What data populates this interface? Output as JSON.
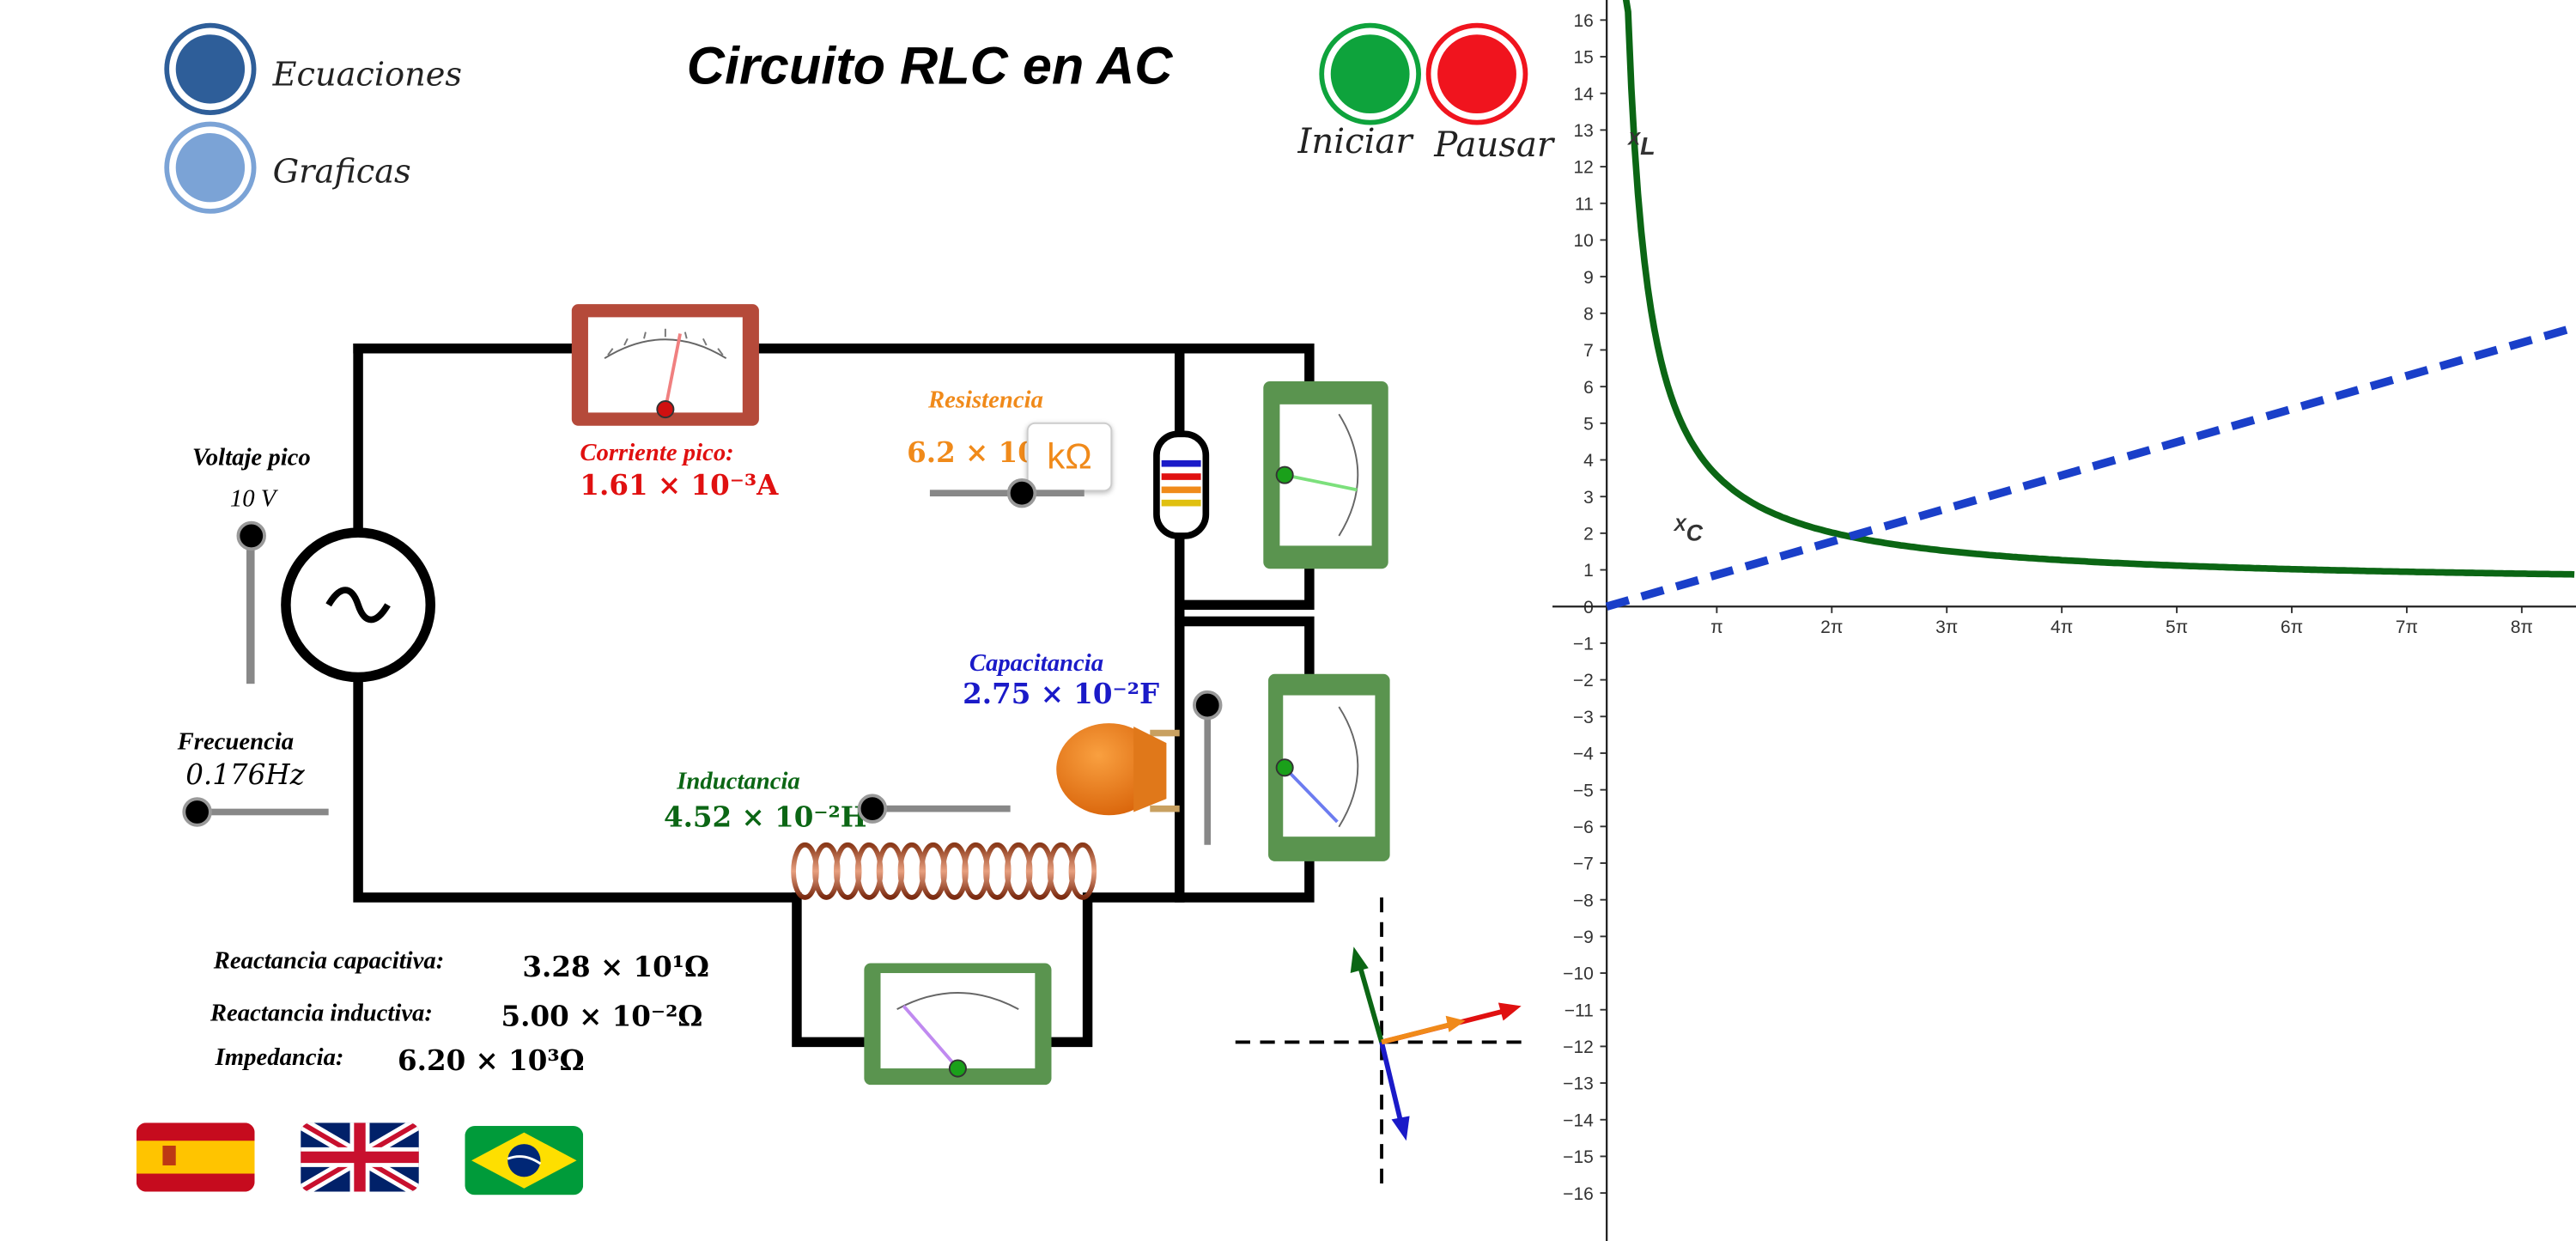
{
  "title": "Circuito RLC en AC",
  "options": {
    "equations_label": "Ecuaciones",
    "graphs_label": "Graficas",
    "equations_color": "#2E5E99",
    "graphs_color": "#7BA3D6"
  },
  "controls": {
    "start_label": "Iniciar",
    "pause_label": "Pausar",
    "start_color": "#0EA33C",
    "pause_color": "#F0141E"
  },
  "voltage": {
    "label": "Voltaje pico",
    "value": "10 V",
    "slider_level": 1.0
  },
  "frequency": {
    "label": "Frecuencia",
    "value": "0.176Hz",
    "slider_level": 0.05
  },
  "current": {
    "label": "Corriente pico:",
    "value": "1.61 × 10⁻³A"
  },
  "resistance": {
    "label": "Resistencia",
    "value": "6.2 × 10",
    "unit_button": "kΩ",
    "slider_level": 0.6
  },
  "capacitance": {
    "label": "Capacitancia",
    "value": "2.75 × 10⁻²F",
    "slider_level": 0.05
  },
  "inductance": {
    "label": "Inductancia",
    "value": "4.52 × 10⁻²H",
    "slider_level": 0.05
  },
  "results": {
    "cap_reactance_label": "Reactancia capacitiva:",
    "cap_reactance_value": "3.28 × 10¹Ω",
    "ind_reactance_label": "Reactancia inductiva:",
    "ind_reactance_value": "5.00 × 10⁻²Ω",
    "impedance_label": "Impedancia:",
    "impedance_value": "6.20 × 10³Ω"
  },
  "languages": [
    "Español",
    "English",
    "Português"
  ],
  "graph": {
    "y_ticks": [
      "16",
      "15",
      "14",
      "13",
      "12",
      "11",
      "10",
      "9",
      "8",
      "7",
      "6",
      "5",
      "4",
      "3",
      "2",
      "1",
      "0",
      "−1",
      "−2",
      "−3",
      "−4",
      "−5",
      "−6",
      "−7",
      "−8",
      "−9",
      "−10",
      "−11",
      "−12",
      "−13",
      "−14",
      "−15",
      "−16"
    ],
    "x_ticks": [
      "π",
      "2π",
      "3π",
      "4π",
      "5π",
      "6π",
      "7π",
      "8π"
    ],
    "xl_label": "X",
    "xl_sub": "L",
    "xc_label": "X",
    "xc_sub": "C",
    "xl_color": "#0B6614",
    "xc_color": "#1A3FC9"
  }
}
